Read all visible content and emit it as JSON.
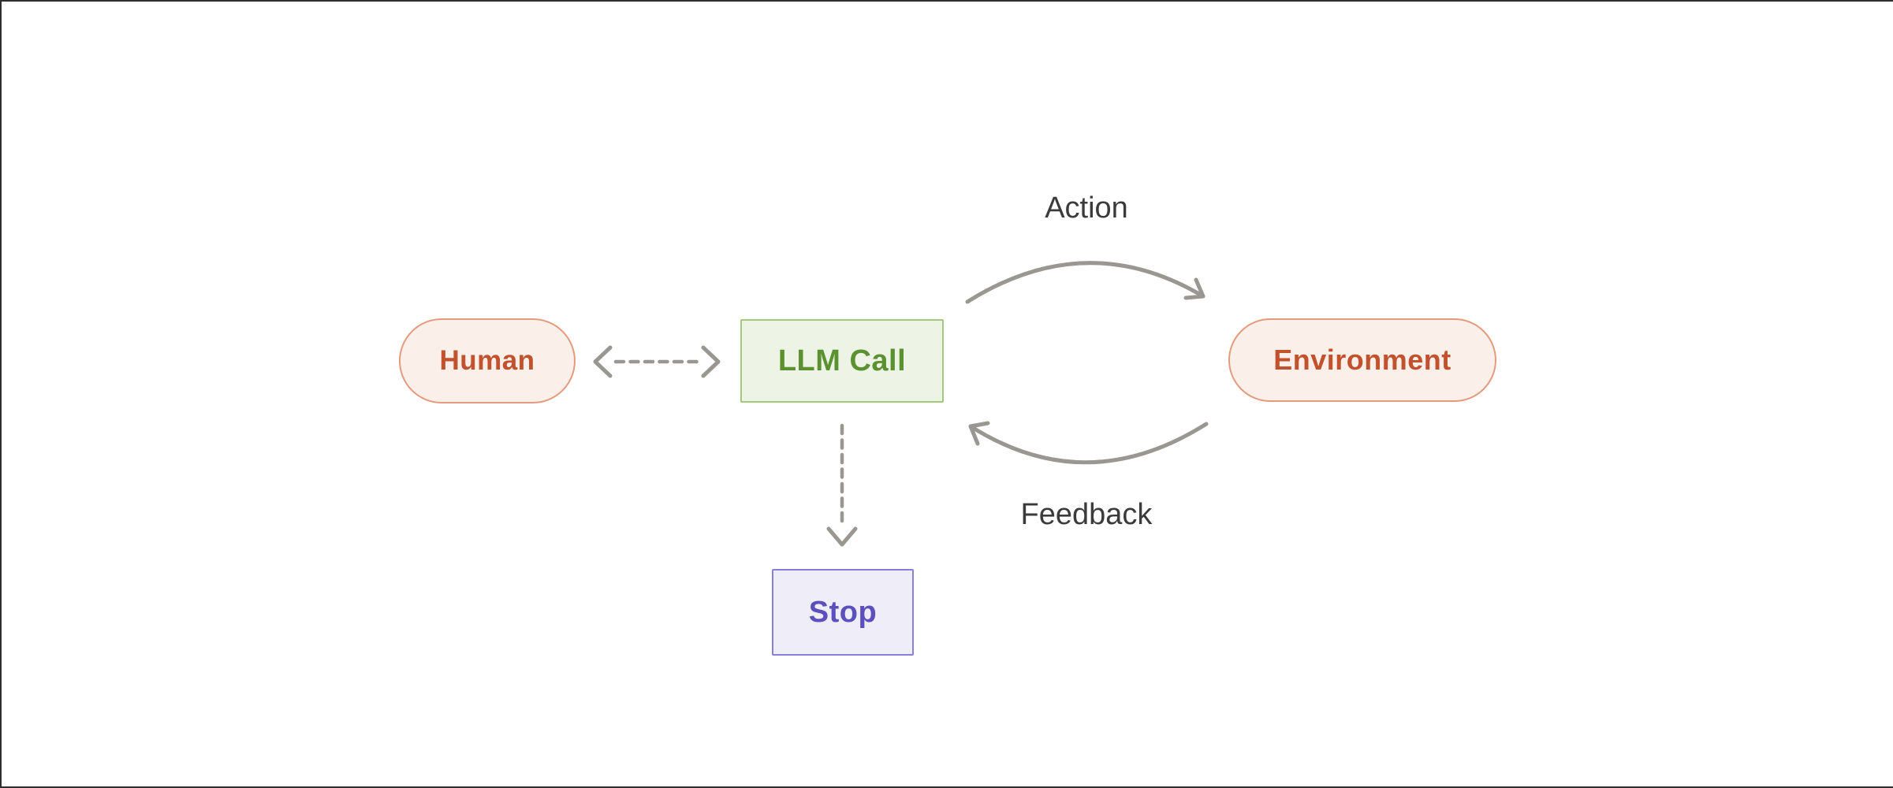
{
  "diagram": {
    "title": "agent-loop-diagram",
    "nodes": {
      "human": {
        "label": "Human",
        "shape": "pill",
        "text_color": "#c2512d",
        "bg_color": "#fbefe9",
        "border_color": "#e39b7e"
      },
      "llm_call": {
        "label": "LLM Call",
        "shape": "rect",
        "text_color": "#5c9132",
        "bg_color": "#edf4e5",
        "border_color": "#a3c87e"
      },
      "environment": {
        "label": "Environment",
        "shape": "pill",
        "text_color": "#c2512d",
        "bg_color": "#fbefe9",
        "border_color": "#e39b7e"
      },
      "stop": {
        "label": "Stop",
        "shape": "rect",
        "text_color": "#5c50be",
        "bg_color": "#efeef8",
        "border_color": "#8a7fd7"
      }
    },
    "edges": {
      "action": {
        "label": "Action",
        "from": "llm_call",
        "to": "environment",
        "style": "solid-curved"
      },
      "feedback": {
        "label": "Feedback",
        "from": "environment",
        "to": "llm_call",
        "style": "solid-curved"
      },
      "human_llm": {
        "label": "",
        "from": "human",
        "to": "llm_call",
        "style": "dashed",
        "bidirectional": true
      },
      "llm_stop": {
        "label": "",
        "from": "llm_call",
        "to": "stop",
        "style": "dashed",
        "bidirectional": false
      }
    },
    "colors": {
      "arrow_stroke": "#9a9792",
      "edge_label_text": "#3b3b3b",
      "frame_border": "#2e2e2e",
      "background": "#ffffff"
    }
  }
}
